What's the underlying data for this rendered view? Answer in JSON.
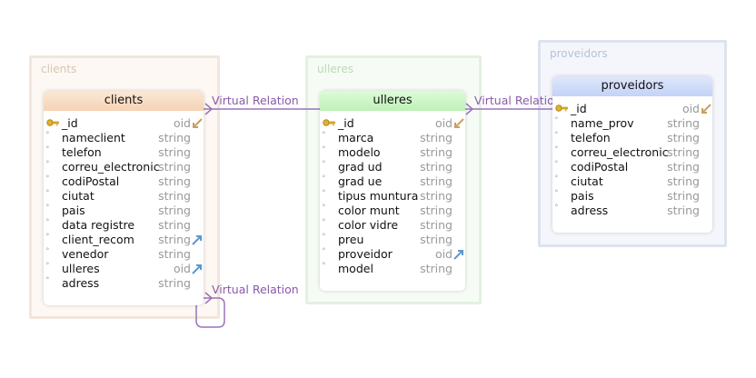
{
  "groups": {
    "clients": "clients",
    "ulleres": "ulleres",
    "proveidors": "proveidors"
  },
  "relation_label": "Virtual Relation",
  "tables": {
    "clients": {
      "title": "clients",
      "fields": [
        {
          "name": "_id",
          "type": "oid",
          "icon": "key-icon",
          "ref": "ref-in-icon"
        },
        {
          "name": "nameclient",
          "type": "string"
        },
        {
          "name": "telefon",
          "type": "string"
        },
        {
          "name": "correu_electronic",
          "type": "string"
        },
        {
          "name": "codiPostal",
          "type": "string"
        },
        {
          "name": "ciutat",
          "type": "string"
        },
        {
          "name": "pais",
          "type": "string"
        },
        {
          "name": "data registre",
          "type": "string"
        },
        {
          "name": "client_recom",
          "type": "string",
          "ref": "ref-out-icon"
        },
        {
          "name": "venedor",
          "type": "string"
        },
        {
          "name": "ulleres",
          "type": "oid",
          "ref": "ref-out-icon"
        },
        {
          "name": "adress",
          "type": "string"
        }
      ]
    },
    "ulleres": {
      "title": "ulleres",
      "fields": [
        {
          "name": "_id",
          "type": "oid",
          "icon": "key-icon",
          "ref": "ref-in-icon"
        },
        {
          "name": "marca",
          "type": "string"
        },
        {
          "name": "modelo",
          "type": "string"
        },
        {
          "name": "grad ud",
          "type": "string"
        },
        {
          "name": "grad ue",
          "type": "string"
        },
        {
          "name": "tipus muntura",
          "type": "string"
        },
        {
          "name": "color munt",
          "type": "string"
        },
        {
          "name": "color vidre",
          "type": "string"
        },
        {
          "name": "preu",
          "type": "string"
        },
        {
          "name": "proveidor",
          "type": "oid",
          "ref": "ref-out-icon"
        },
        {
          "name": "model",
          "type": "string"
        }
      ]
    },
    "proveidors": {
      "title": "proveidors",
      "fields": [
        {
          "name": "_id",
          "type": "oid",
          "icon": "key-icon",
          "ref": "ref-in-icon"
        },
        {
          "name": "name_prov",
          "type": "string"
        },
        {
          "name": "telefon",
          "type": "string"
        },
        {
          "name": "correu_electronic",
          "type": "string"
        },
        {
          "name": "codiPostal",
          "type": "string"
        },
        {
          "name": "ciutat",
          "type": "string"
        },
        {
          "name": "pais",
          "type": "string"
        },
        {
          "name": "adress",
          "type": "string"
        }
      ]
    }
  },
  "colors": {
    "clients_group_border": "#f2e6dc",
    "clients_group_bg": "#fdf8f4",
    "clients_header": "#f8dcc3",
    "ulleres_group_border": "#e3f2e0",
    "ulleres_group_bg": "#f6fcf5",
    "ulleres_header": "#cdf5c8",
    "proveidors_group_border": "#dde3ee",
    "proveidors_group_bg": "#f4f6fb",
    "proveidors_header": "#cfdcfa",
    "relation": "#9b72b8"
  }
}
